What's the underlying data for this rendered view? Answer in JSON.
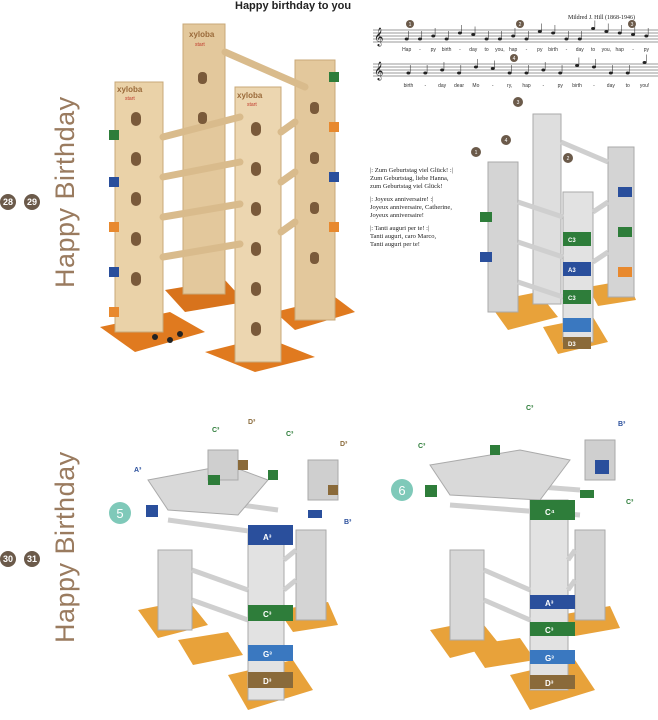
{
  "pages": {
    "top": {
      "left": "28",
      "right": "29",
      "title": "Happy Birthday"
    },
    "bottom": {
      "left": "30",
      "right": "31",
      "title": "Happy Birthday"
    }
  },
  "song": {
    "title": "Happy birthday to you",
    "composer": "Mildred J. Hill (1868-1946)",
    "line1": [
      "Hap",
      "-",
      "py",
      "birth",
      "-",
      "day",
      "to",
      "you,",
      "hap",
      "-",
      "py",
      "birth",
      "-",
      "day",
      "to",
      "you,",
      "hap",
      "-",
      "py"
    ],
    "line2": [
      "birth",
      "-",
      "day",
      "dear",
      "Mo",
      "-",
      "ry,",
      "hap",
      "-",
      "py",
      "birth",
      "-",
      "day",
      "to",
      "you!"
    ],
    "markers": [
      "1",
      "2",
      "3",
      "4"
    ]
  },
  "lyrics": [
    [
      "|: Zum Geburtstag viel Glück! :|",
      "Zum Geburtstag, liebe Hanna,",
      "zum Geburtstag viel Glück!"
    ],
    [
      "|: Joyeux anniversaire! :|",
      "Joyeux anniversaire, Catherine,",
      "Joyeux anniversaire!"
    ],
    [
      "|: Tanti auguri per te! :|",
      "Tanti auguri, caro Marco,",
      "Tanti auguri per te!"
    ]
  ],
  "photo": {
    "logo": "xyloba",
    "start": "start"
  },
  "diagram_top": {
    "markers": [
      "1",
      "2",
      "3",
      "4"
    ],
    "notes": [
      "C3",
      "A3",
      "C3",
      "D3"
    ]
  },
  "diagram_left": {
    "step": "5",
    "labels": {
      "c3a": "C³",
      "d3a": "D³",
      "c3b": "C³",
      "d3b": "D³",
      "a3": "A³",
      "b3": "B³"
    },
    "bars": [
      "A³",
      "C³",
      "G³",
      "D³"
    ]
  },
  "diagram_right": {
    "step": "6",
    "labels": {
      "c3a": "C³",
      "c3b": "C³",
      "b3": "B³",
      "c3c": "C³"
    },
    "bars": [
      "C⁴",
      "A³",
      "C³",
      "G³",
      "D³"
    ]
  },
  "colors": {
    "title": "#9a7b5f",
    "step": "#7fc9b9",
    "blue": "#2a4f9c",
    "green": "#2e7d3a",
    "orange": "#e8892e",
    "wood": "#e9d3ae"
  }
}
